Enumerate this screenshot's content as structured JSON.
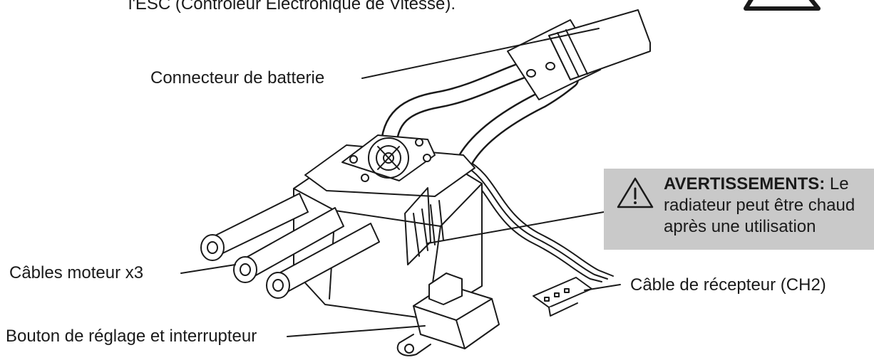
{
  "header_text": "l'ESC (Contrôleur Électronique de Vitesse).",
  "labels": {
    "battery_connector": "Connecteur de batterie",
    "motor_cables": "Câbles moteur x3",
    "receiver_cable": "Câble de récepteur (CH2)",
    "setup_button": "Bouton de réglage et interrupteur"
  },
  "warning": {
    "title": "AVERTISSEMENTS:",
    "body": " Le radiateur peut être chaud après une utilisation",
    "box_color": "#c9c9c9",
    "icon": "warning-triangle-icon"
  },
  "colors": {
    "line": "#1a1a1a",
    "fill": "#ffffff"
  }
}
